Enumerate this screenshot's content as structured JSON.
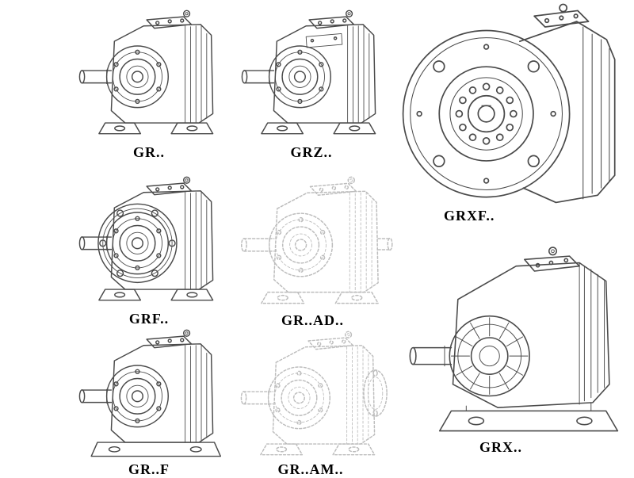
{
  "page": {
    "background": "#ffffff"
  },
  "colors": {
    "line": "#4a4a4a",
    "ghost_line": "#bdbdbd",
    "label_text": "#000000"
  },
  "catalog": {
    "items": [
      {
        "id": "gr",
        "label": "GR..",
        "style": "solid-line drawing, foot-mounted helical gear unit, output shaft left"
      },
      {
        "id": "grz",
        "label": "GRZ..",
        "style": "solid-line drawing, foot-mounted helical gear unit with inspection plate"
      },
      {
        "id": "grxf",
        "label": "GRXF..",
        "style": "solid-line drawing, large B5 flange-mounted gear unit, front view"
      },
      {
        "id": "grf",
        "label": "GRF..",
        "style": "solid-line drawing, flange-mounted helical gear unit with feet"
      },
      {
        "id": "gr-ad",
        "label": "GR..AD..",
        "style": "light dashed drawing, gear unit with input shaft adapter"
      },
      {
        "id": "grx",
        "label": "GRX..",
        "style": "solid-line drawing, large foot-mounted gear unit with ribbed bearing hub"
      },
      {
        "id": "gr-f",
        "label": "GR..F",
        "style": "solid-line drawing, gear unit on extended foot plate"
      },
      {
        "id": "gr-am",
        "label": "GR..AM..",
        "style": "light dashed drawing, gear unit with motor adapter flange at input"
      }
    ]
  }
}
